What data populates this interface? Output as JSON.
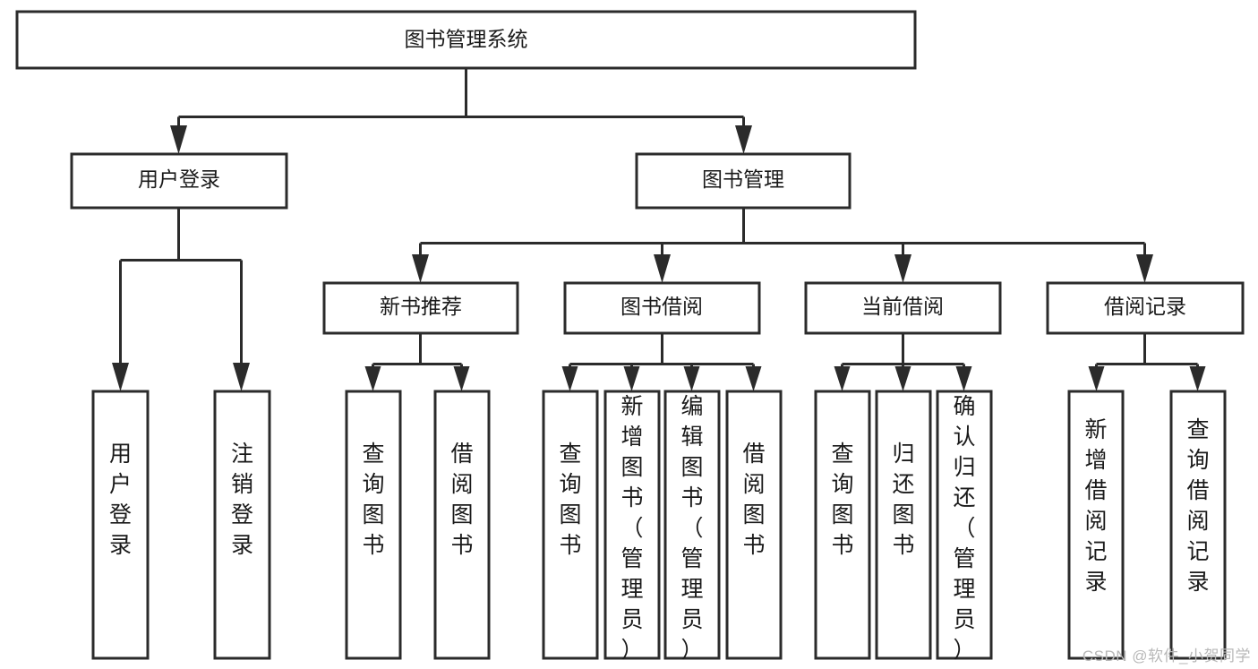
{
  "diagram": {
    "title": "图书管理系统",
    "type": "tree-hierarchy",
    "root": {
      "id": "root",
      "label": "图书管理系统"
    },
    "level2": [
      {
        "id": "user-login",
        "label": "用户登录"
      },
      {
        "id": "book-manage",
        "label": "图书管理"
      }
    ],
    "level3": [
      {
        "id": "new-book-rec",
        "label": "新书推荐",
        "parent": "book-manage"
      },
      {
        "id": "book-borrow",
        "label": "图书借阅",
        "parent": "book-manage"
      },
      {
        "id": "current-borrow",
        "label": "当前借阅",
        "parent": "book-manage"
      },
      {
        "id": "borrow-record",
        "label": "借阅记录",
        "parent": "book-manage"
      }
    ],
    "leaves": [
      {
        "id": "leaf-user-login",
        "label": "用户登录",
        "parent": "user-login"
      },
      {
        "id": "leaf-logout",
        "label": "注销登录",
        "parent": "user-login"
      },
      {
        "id": "leaf-query-book-1",
        "label": "查询图书",
        "parent": "new-book-rec"
      },
      {
        "id": "leaf-borrow-book-1",
        "label": "借阅图书",
        "parent": "new-book-rec"
      },
      {
        "id": "leaf-query-book-2",
        "label": "查询图书",
        "parent": "book-borrow"
      },
      {
        "id": "leaf-add-book",
        "label": "新增图书（管理员）",
        "parent": "book-borrow"
      },
      {
        "id": "leaf-edit-book",
        "label": "编辑图书（管理员）",
        "parent": "book-borrow"
      },
      {
        "id": "leaf-borrow-book-2",
        "label": "借阅图书",
        "parent": "book-borrow"
      },
      {
        "id": "leaf-query-book-3",
        "label": "查询图书",
        "parent": "current-borrow"
      },
      {
        "id": "leaf-return-book",
        "label": "归还图书",
        "parent": "current-borrow"
      },
      {
        "id": "leaf-confirm-return",
        "label": "确认归还（管理员）",
        "parent": "current-borrow"
      },
      {
        "id": "leaf-add-record",
        "label": "新增借阅记录",
        "parent": "borrow-record"
      },
      {
        "id": "leaf-query-record",
        "label": "查询借阅记录",
        "parent": "borrow-record"
      }
    ],
    "watermark": "CSDN @软件_小贺同学",
    "colors": {
      "stroke": "#2b2b2b",
      "fill": "#ffffff",
      "text": "#1a1a1a",
      "watermark": "#b8b8b8"
    }
  }
}
